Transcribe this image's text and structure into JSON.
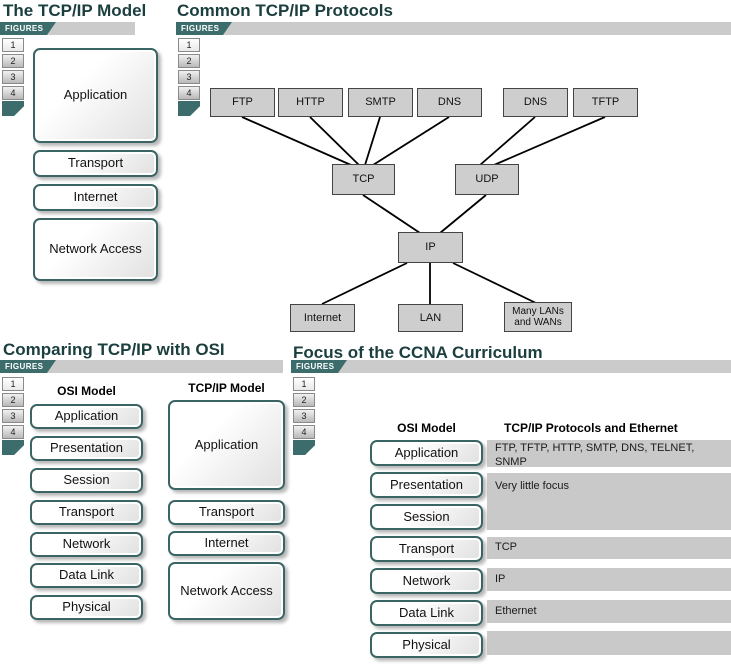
{
  "figures": {
    "label": "FIGURES",
    "tabs": [
      "1",
      "2",
      "3",
      "4"
    ]
  },
  "colors": {
    "teal_tab": "#3d6c6c",
    "teal_border": "#3b6464",
    "gray_bar": "#cbcbcb",
    "gray_node": "#cecece",
    "gray_band": "#c9c9c9",
    "title_text": "#1b3e3e"
  },
  "panel_tcpip_model": {
    "title": "The TCP/IP Model",
    "layers": [
      "Application",
      "Transport",
      "Internet",
      "Network Access"
    ]
  },
  "panel_protocols": {
    "title": "Common TCP/IP Protocols",
    "nodes": {
      "ftp": "FTP",
      "http": "HTTP",
      "smtp": "SMTP",
      "dns1": "DNS",
      "dns2": "DNS",
      "tftp": "TFTP",
      "tcp": "TCP",
      "udp": "UDP",
      "ip": "IP",
      "internet": "Internet",
      "lan": "LAN",
      "many_lans": "Many LANs and WANs"
    }
  },
  "panel_comparison": {
    "title": "Comparing TCP/IP with OSI",
    "osi_header": "OSI Model",
    "tcpip_header": "TCP/IP Model",
    "osi_layers": [
      "Application",
      "Presentation",
      "Session",
      "Transport",
      "Network",
      "Data Link",
      "Physical"
    ],
    "tcpip_layers": [
      "Application",
      "Transport",
      "Internet",
      "Network Access"
    ]
  },
  "panel_ccna": {
    "title": "Focus of the CCNA Curriculum",
    "osi_header": "OSI Model",
    "protocols_header": "TCP/IP Protocols and Ethernet",
    "rows": [
      {
        "layer": "Application",
        "focus": "FTP, TFTP, HTTP, SMTP, DNS, TELNET, SNMP"
      },
      {
        "layer": "Presentation",
        "focus": "Very little focus"
      },
      {
        "layer": "Session",
        "focus": ""
      },
      {
        "layer": "Transport",
        "focus": "TCP"
      },
      {
        "layer": "Network",
        "focus": "IP"
      },
      {
        "layer": "Data Link",
        "focus": "Ethernet"
      },
      {
        "layer": "Physical",
        "focus": ""
      }
    ]
  }
}
